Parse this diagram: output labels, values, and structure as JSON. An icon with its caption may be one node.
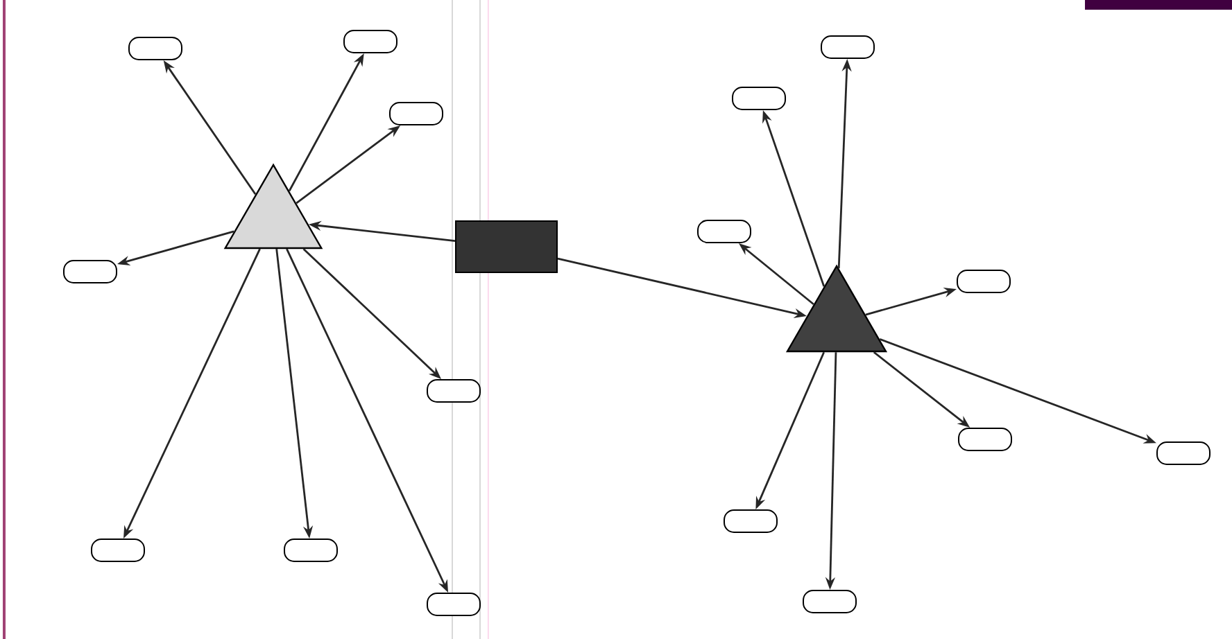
{
  "diagram": {
    "nodes": [
      {
        "text": [],
        "shape": "triangle"
      },
      {
        "text": [],
        "shape": "box"
      },
      {
        "text": [],
        "shape": "triangle"
      },
      {
        "text": [],
        "shape": "box"
      },
      {
        "text": [],
        "shape": "box"
      },
      {
        "text": [],
        "shape": "box"
      },
      {
        "text": [],
        "shape": "box"
      },
      {
        "text": [],
        "shape": "box"
      },
      {
        "text": [],
        "shape": "box"
      },
      {
        "text": [],
        "shape": "box"
      },
      {
        "text": [],
        "shape": "box"
      },
      {
        "text": [],
        "shape": "box"
      },
      {
        "text": [],
        "shape": "box"
      },
      {
        "text": [],
        "shape": "box"
      },
      {
        "text": [],
        "shape": "box"
      },
      {
        "text": [],
        "shape": "box"
      },
      {
        "text": [],
        "shape": "box"
      },
      {
        "text": [],
        "shape": "box"
      },
      {
        "text": [],
        "shape": "box"
      }
    ],
    "edges": [
      {
        "from": 1,
        "to": 0,
        "arrow": "to"
      },
      {
        "from": 1,
        "to": 2,
        "arrow": "to"
      },
      {
        "from": 0,
        "to": 3,
        "arrow": "to"
      },
      {
        "from": 0,
        "to": 4,
        "arrow": "to"
      },
      {
        "from": 0,
        "to": 5,
        "arrow": "to"
      },
      {
        "from": 0,
        "to": 6,
        "arrow": "to"
      },
      {
        "from": 0,
        "to": 7,
        "arrow": "to"
      },
      {
        "from": 0,
        "to": 8,
        "arrow": "to"
      },
      {
        "from": 0,
        "to": 9,
        "arrow": "to"
      },
      {
        "from": 0,
        "to": 10,
        "arrow": "to"
      },
      {
        "from": 2,
        "to": 11,
        "arrow": "to"
      },
      {
        "from": 2,
        "to": 12,
        "arrow": "to"
      },
      {
        "from": 2,
        "to": 13,
        "arrow": "to"
      },
      {
        "from": 2,
        "to": 14,
        "arrow": "to"
      },
      {
        "from": 2,
        "to": 15,
        "arrow": "to"
      },
      {
        "from": 2,
        "to": 16,
        "arrow": "to"
      },
      {
        "from": 2,
        "to": 17,
        "arrow": "to"
      },
      {
        "from": 2,
        "to": 18,
        "arrow": "to"
      }
    ]
  }
}
